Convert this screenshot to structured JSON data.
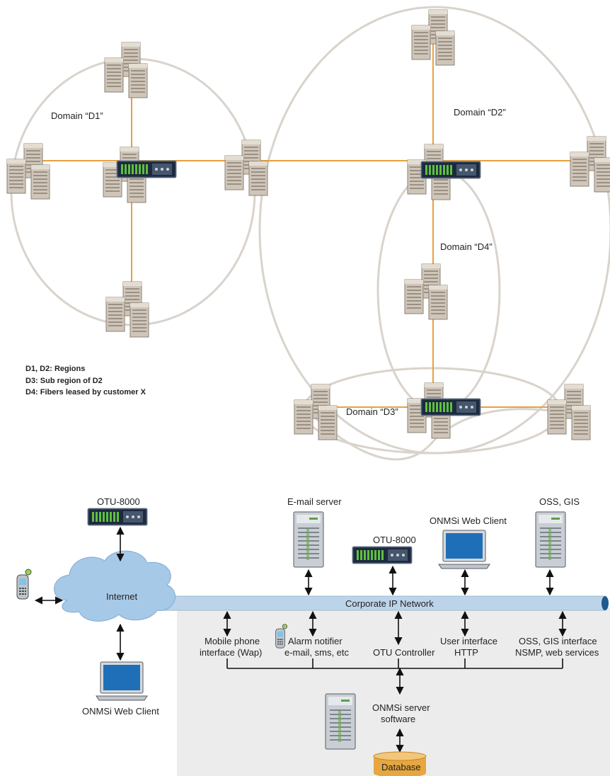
{
  "domains": {
    "d1": "Domain “D1”",
    "d2": "Domain “D2”",
    "d3": "Domain “D3”",
    "d4": "Domain “D4”"
  },
  "legend": {
    "line1": "D1, D2: Regions",
    "line2": "D3: Sub region of D2",
    "line3": "D4: Fibers leased by customer X"
  },
  "architecture": {
    "otu_top": "OTU-8000",
    "otu_mid": "OTU-8000",
    "email_server": "E-mail server",
    "web_client_top": "ONMSi Web Client",
    "oss_gis": "OSS, GIS",
    "internet": "Internet",
    "corporate_network": "Corporate IP Network",
    "web_client_bottom": "ONMSi Web Client",
    "mobile_interface": [
      "Mobile phone",
      "interface (Wap)"
    ],
    "alarm_notifier": [
      "Alarm notifier",
      "e-mail, sms, etc"
    ],
    "otu_controller": "OTU Controller",
    "user_interface": [
      "User interface",
      "HTTP"
    ],
    "oss_interface": [
      "OSS, GIS interface",
      "NSMP, web services"
    ],
    "server_software": [
      "ONMSi server",
      "software"
    ],
    "database": "Database"
  },
  "colors": {
    "fiber": "#e8a03c",
    "ring": "#d9d3cc",
    "network_bar": "#bcd4ea",
    "server_panel": "#ececec",
    "database": "#e6a640",
    "cloud": "#a7c9e8"
  }
}
